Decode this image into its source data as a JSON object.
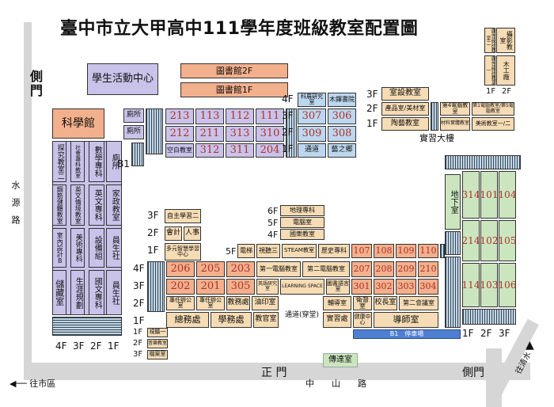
{
  "title": "臺中市立大甲高中111學年度班級教室配置圖",
  "labels": {
    "side_gate_left": "側門",
    "side_gate_right": "側門",
    "main_gate": "正 門",
    "reception": "傳達室",
    "road_south": "中　　山　　路",
    "to_shiqu": "往市區",
    "to_qingshui": "往清水",
    "road_west": "水　源　路",
    "parking": "B1　停車場",
    "practice_building": "實習大樓",
    "basement": "地下室",
    "passage": "通道(穿堂)",
    "student_center": "學生活動中心",
    "library_2f": "圖書館2F",
    "library_1f": "圖書館1F",
    "science_hall": "科學館"
  },
  "science_hall_rooms": [
    {
      "a": "探究教室二",
      "b": "社會專科教室",
      "c": "數學專科",
      "d": "廁所"
    },
    {
      "a": "鋼筋健體教室",
      "b": "英文情境教室",
      "c": "英文專科",
      "d": "家政教室"
    },
    {
      "a": "室內設計B",
      "b": "美術專科",
      "c": "設備組",
      "d": "員生社"
    },
    {
      "a": "儲藏室",
      "b": "生涯規劃",
      "c": "國文專科",
      "d": "員生社"
    }
  ],
  "floors_left": [
    "4F",
    "3F",
    "2F",
    "1F"
  ],
  "north_classrooms": {
    "row2": [
      "213",
      "113",
      "112",
      "111"
    ],
    "row3": [
      "212",
      "211",
      "313",
      "310"
    ],
    "row4": [
      "312",
      "311",
      "204"
    ],
    "toilet": "廁所",
    "empty": "空白教室"
  },
  "north_east_block": {
    "f4": [
      "科展研究室",
      "木鐸書院"
    ],
    "f3": [
      "307",
      "306"
    ],
    "f2": [
      "309",
      "308"
    ],
    "f1": [
      "通道",
      "藝之鄉"
    ],
    "floors": [
      "4F",
      "3F",
      "2F",
      "1F"
    ]
  },
  "practice": {
    "f3": "室設教室",
    "f2a": "產品室/美材室",
    "f2b": "第4電腦教室",
    "f2c": "第1電腦教室/第5電腦教室",
    "f1a": "陶藝教室",
    "f1b": "材料實體教室",
    "f1c": "美術教室一/二",
    "floors": [
      "3F",
      "2F",
      "1F"
    ]
  },
  "corner_rooms": {
    "a": "廣告設計教室二",
    "b": "攝影教室",
    "c": "廣告設計教室一",
    "d": "木工廠",
    "floors": [
      "1F",
      "2F"
    ]
  },
  "center_west": {
    "f3": "自主學習二",
    "f2a": "會計",
    "f2b": "人事",
    "f1": "多元智慧學習中心",
    "floors": [
      "3F",
      "2F",
      "1F"
    ]
  },
  "center_north": {
    "f6": "地理專科",
    "f5": "電腦室",
    "f4": "國樂教室",
    "floors": [
      "6F",
      "5F",
      "4F"
    ]
  },
  "main_building": {
    "row5": [
      "電梯",
      "視聽三",
      "STEAM教室",
      "歷史專科"
    ],
    "row5_red": [
      "107",
      "108",
      "109",
      "110"
    ],
    "row4": [
      "206",
      "205",
      "203"
    ],
    "row4_b": "第一電腦教室",
    "row4_c": "第二電腦教室",
    "row4_red": [
      "207",
      "208",
      "209",
      "210"
    ],
    "row3": [
      "202",
      "201",
      "305"
    ],
    "row3_b": "英語研究室",
    "row3_c": "LEARNING SPACE",
    "row3_d": "圖書語言室",
    "row3_red": [
      "301",
      "302",
      "303",
      "304"
    ],
    "row2": [
      "專任辦公室",
      "專任辦公室",
      "教務處",
      "油印室"
    ],
    "row2_b": [
      "輔導室",
      "衛督室",
      "校長室",
      "第二會議室"
    ],
    "row1": [
      "總務處",
      "學務處",
      "教官室"
    ],
    "row1_b": [
      "實習處",
      "健康中心",
      "導師室"
    ],
    "floors_a": [
      "4F",
      "3F",
      "2F",
      "1F"
    ],
    "floors_b": [
      "5F"
    ]
  },
  "small_south_west": {
    "rows": [
      "1F",
      "2F",
      "3F"
    ],
    "labels": [
      "視聽一",
      "音樂教室",
      "檔案室"
    ]
  },
  "east_building": {
    "col1": [
      "314",
      "214",
      "114"
    ],
    "col2": [
      "101",
      "102",
      "103"
    ],
    "col3": [
      "104",
      "105",
      "106"
    ],
    "floors": [
      "1F",
      "2F",
      "3F"
    ]
  }
}
